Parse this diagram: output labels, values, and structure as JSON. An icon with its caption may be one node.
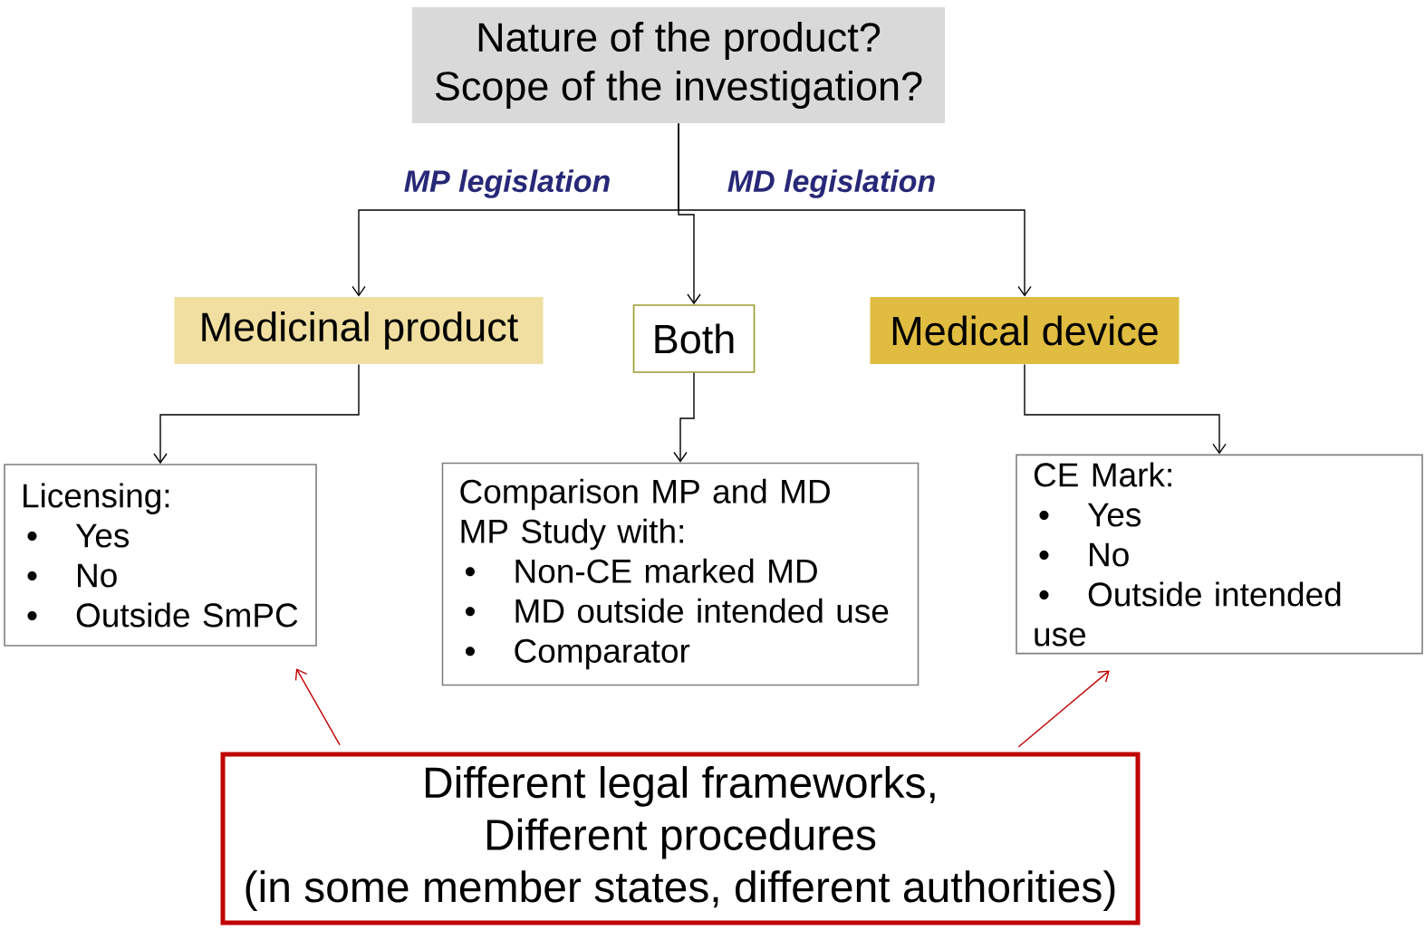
{
  "diagram": {
    "nodes": [
      {
        "text": [
          "Nature of the product?",
          "Scope of the investigation?"
        ]
      },
      {
        "text": [
          "Medicinal product"
        ]
      },
      {
        "text": [
          "Both"
        ]
      },
      {
        "text": [
          "Medical device"
        ]
      },
      {
        "text": [
          "Licensing:",
          "•",
          "Yes",
          "•",
          "No",
          "•",
          "Outside SmPC"
        ]
      },
      {
        "text": [
          "Comparison MP and MD",
          "MP Study with:",
          "•",
          "Non-CE marked MD",
          "•",
          "MD outside intended use",
          "•",
          "Comparator"
        ]
      },
      {
        "text": [
          "CE Mark:",
          "•",
          "Yes",
          "•",
          "No",
          "•",
          "Outside intended use"
        ]
      },
      {
        "text": [
          "Different legal frameworks,",
          "Different procedures",
          "(in some member states, different authorities)"
        ]
      }
    ],
    "edges": [
      {
        "from": 0,
        "to": 1,
        "arrow": "to",
        "label": "MP legislation"
      },
      {
        "from": 0,
        "to": 2,
        "arrow": "to"
      },
      {
        "from": 0,
        "to": 3,
        "arrow": "to",
        "label": "MD legislation"
      },
      {
        "from": 1,
        "to": 4,
        "arrow": "to"
      },
      {
        "from": 2,
        "to": 5,
        "arrow": "to"
      },
      {
        "from": 3,
        "to": 6,
        "arrow": "to"
      },
      {
        "from": 7,
        "to": 4,
        "arrow": "to",
        "color": "#c00000"
      },
      {
        "from": 7,
        "to": 6,
        "arrow": "to",
        "color": "#c00000"
      }
    ]
  }
}
